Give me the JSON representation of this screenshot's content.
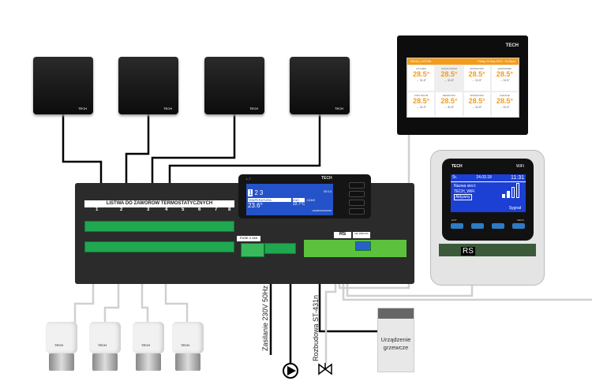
{
  "brand": "TECH",
  "touch_panel": {
    "menu": "MENU",
    "section": "LISTWA",
    "datetime": "Friday 24 May 2024 - 10:33pm",
    "rooms": [
      {
        "name": "KITCHEN",
        "temp": "28.5°",
        "set": "→ 31.5°"
      },
      {
        "name": "LIVING ROOM",
        "temp": "28.5°",
        "set": "→ 31.5°"
      },
      {
        "name": "BATHROOM",
        "temp": "28.5°",
        "set": "→ 31.5°"
      },
      {
        "name": "WARDROBE",
        "temp": "28.5°",
        "set": "→ 31.5°"
      },
      {
        "name": "KIDS ROOM",
        "temp": "28.5°",
        "set": "→ 31.5°"
      },
      {
        "name": "BEDROOM",
        "temp": "28.5°",
        "set": "→ 31.5°"
      },
      {
        "name": "BATHROOM",
        "temp": "28.5°",
        "set": "→ 31.5°"
      },
      {
        "name": "GARAGE",
        "temp": "28.5°",
        "set": "→ 31.5°"
      }
    ]
  },
  "strip": {
    "title": "LISTWA DO ZAWORÓW TERMOSTATYCZNYCH",
    "zones": [
      "1",
      "2",
      "3",
      "4",
      "5",
      "6",
      "7",
      "8"
    ],
    "fuse": "FUSE 3.15A",
    "rs": "RS",
    "power": "N/L 230V AC"
  },
  "controller": {
    "model": "L-7",
    "zones": [
      "1",
      "2",
      "3"
    ],
    "time": "00:14",
    "temp_label": "TEMPERATURA",
    "temp": "23.6°",
    "set_label": "ZAD",
    "set": "22.7°C",
    "time_label": "CZAS",
    "mode": "HARMONOGRAM"
  },
  "wifi_module": {
    "brand": "TECH",
    "label": "WiFi",
    "day": "Śr.",
    "date": "24.03.18",
    "time": "11:31",
    "network_label": "Nazwa sieci:",
    "network": "TECH_WiFi",
    "status": "Aktywny",
    "signal": "Sygnał",
    "btn_exit": "EXIT",
    "btn_menu": "MENU",
    "rs": "RS"
  },
  "labels": {
    "power": "Zasilanie 230V 50Hz",
    "expansion": "Rozbudowa ST-431n",
    "heating_device": "Urządzenie grzewcze"
  }
}
